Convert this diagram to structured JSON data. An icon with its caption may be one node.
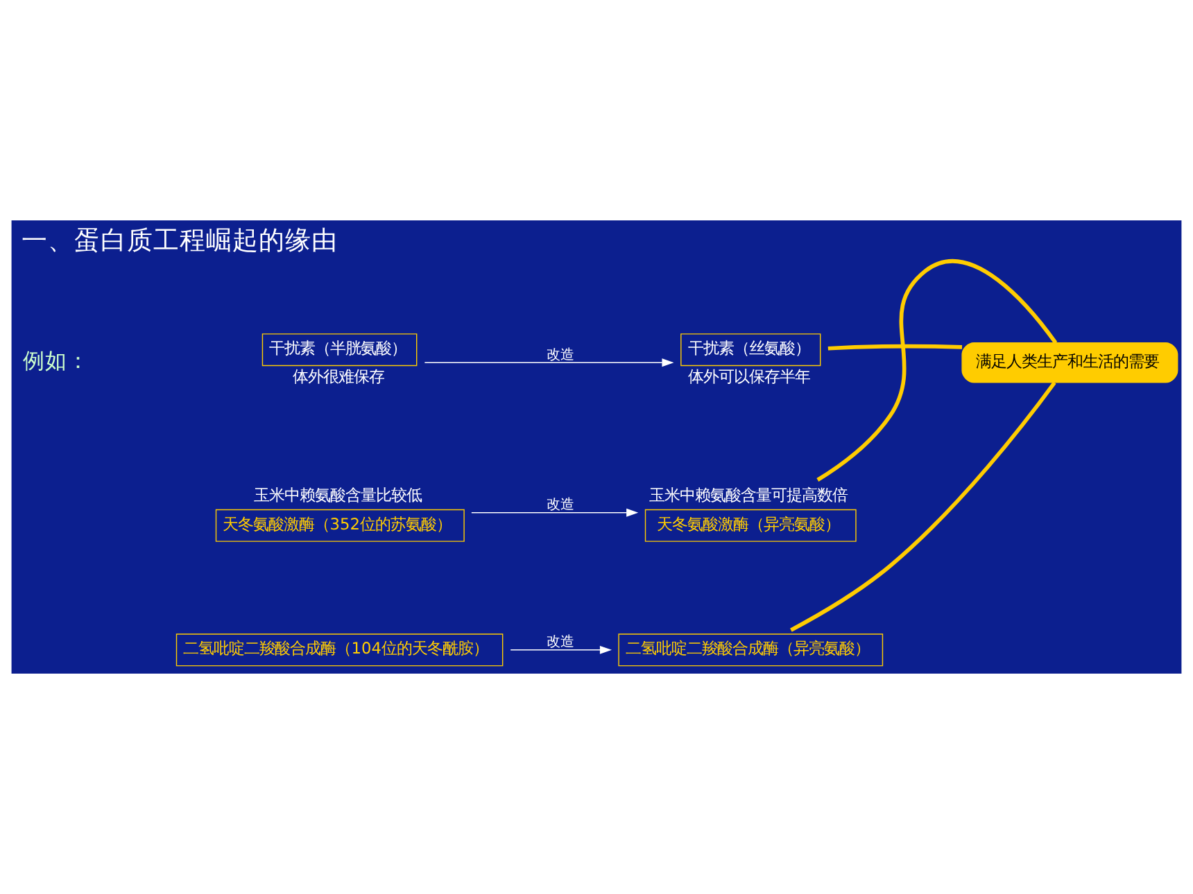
{
  "diagram": {
    "title": "一、蛋白质工程崛起的缘由",
    "nodes": [
      {
        "text": [
          "干扰素（半胱氨酸）"
        ],
        "beside": [
          "体外很难保存"
        ]
      },
      {
        "text": [
          "干扰素（丝氨酸）"
        ],
        "beside": [
          "体外可以保存半年"
        ]
      },
      {
        "text": [
          "天冬氨酸激酶（352位的苏氨酸）"
        ],
        "beside": [
          "玉米中赖氨酸含量比较低"
        ]
      },
      {
        "text": [
          "天冬氨酸激酶（异亮氨酸）"
        ],
        "beside": [
          "玉米中赖氨酸含量可提高数倍"
        ]
      },
      {
        "text": [
          "二氢吡啶二羧酸合成酶（104位的天冬酰胺）"
        ]
      },
      {
        "text": [
          "二氢吡啶二羧酸合成酶（异亮氨酸）"
        ]
      },
      {
        "text": [
          "满足人类生产和生活的需要"
        ]
      }
    ],
    "edges": [
      {
        "from": 0,
        "to": 1,
        "arrow": "to",
        "label": "改造"
      },
      {
        "from": 2,
        "to": 3,
        "arrow": "to",
        "label": "改造"
      },
      {
        "from": 4,
        "to": 5,
        "arrow": "to",
        "label": "改造"
      },
      {
        "from": 6,
        "to": 1,
        "arrow": "none",
        "style": "thick",
        "color": "#ffcc00"
      },
      {
        "from": 6,
        "to": 5,
        "arrow": "none",
        "style": "thick",
        "color": "#ffcc00"
      },
      {
        "from": 6,
        "to": 3,
        "arrow": "none",
        "style": "thick",
        "color": "#ffcc00"
      }
    ],
    "labels": [
      "例如："
    ]
  }
}
